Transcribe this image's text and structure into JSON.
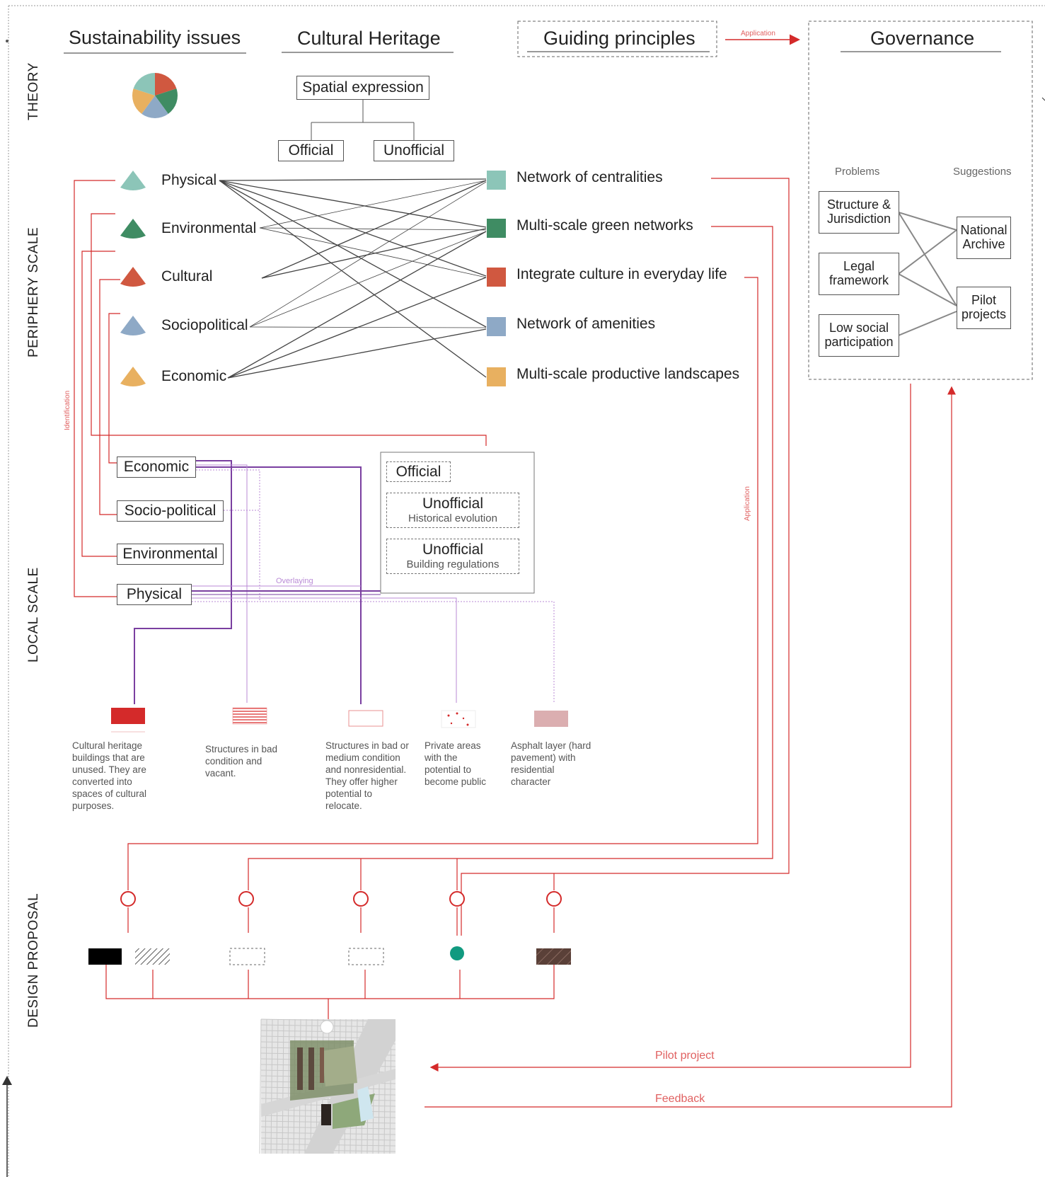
{
  "side_labels": {
    "theory": "THEORY",
    "periphery": "PERIPHERY SCALE",
    "local": "LOCAL SCALE",
    "design": "DESIGN PROPOSAL"
  },
  "headings": {
    "sustainability": "Sustainability issues",
    "cultural_heritage": "Cultural Heritage",
    "guiding_principles": "Guiding principles",
    "governance": "Governance"
  },
  "heritage_tree": {
    "root": "Spatial expression",
    "left": "Official",
    "right": "Unofficial"
  },
  "issues": [
    {
      "label": "Physical",
      "color": "#8cc5b8"
    },
    {
      "label": "Environmental",
      "color": "#3f8c63"
    },
    {
      "label": "Cultural",
      "color": "#d05840"
    },
    {
      "label": "Sociopolitical",
      "color": "#8ea9c6"
    },
    {
      "label": "Economic",
      "color": "#e8b060"
    }
  ],
  "principles": [
    {
      "label": "Network of centralities",
      "color": "#8cc5b8"
    },
    {
      "label": "Multi-scale green networks",
      "color": "#3f8c63"
    },
    {
      "label": "Integrate culture in everyday life",
      "color": "#d05840"
    },
    {
      "label": "Network of amenities",
      "color": "#8ea9c6"
    },
    {
      "label": "Multi-scale productive landscapes",
      "color": "#e8b060"
    }
  ],
  "governance": {
    "problems_title": "Problems",
    "suggestions_title": "Suggestions",
    "problems": [
      "Structure & Jurisdiction",
      "Legal framework",
      "Low social participation"
    ],
    "suggestions": [
      "National Archive",
      "Pilot projects"
    ]
  },
  "local_boxes": [
    "Economic",
    "Socio-political",
    "Environmental",
    "Physical"
  ],
  "heritage_layers": {
    "official": "Official",
    "unofficial1": "Unofficial",
    "unofficial1_sub": "Historical evolution",
    "unofficial2": "Unofficial",
    "unofficial2_sub": "Building regulations"
  },
  "annotations": {
    "application_top": "Application",
    "identification": "Identification",
    "application_side": "Application",
    "overlaying": "Overlaying",
    "pilot_project": "Pilot project",
    "feedback": "Feedback"
  },
  "legend_items": [
    "Cultural heritage buildings that are unused. They are converted into spaces of cultural purposes.",
    "Structures in bad condition and vacant.",
    "Structures in bad or medium condition and nonresidential. They offer higher potential to relocate.",
    "Private areas with the potential to become public",
    "Asphalt layer (hard pavement) with residential character"
  ],
  "pie_data": [
    {
      "name": "Cultural",
      "value": 20,
      "color": "#d05840"
    },
    {
      "name": "Environmental",
      "value": 20,
      "color": "#3f8c63"
    },
    {
      "name": "Sociopolitical",
      "value": 20,
      "color": "#8ea9c6"
    },
    {
      "name": "Economic",
      "value": 20,
      "color": "#e8b060"
    },
    {
      "name": "Physical",
      "value": 20,
      "color": "#8cc5b8"
    }
  ],
  "colors": {
    "accent_red": "#d42a2a",
    "link_purple": "#7a3fa0",
    "link_light_purple": "#c9a8e0"
  }
}
